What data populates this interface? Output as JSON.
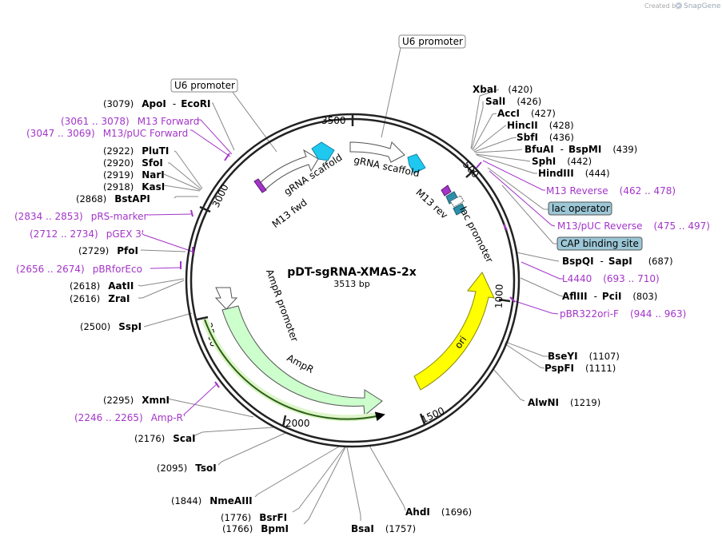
{
  "credit": "Created by",
  "brand": "SnapGene",
  "plasmid": {
    "name": "pDT-sgRNA-XMAS-2x",
    "length_label": "3513 bp"
  },
  "ticks": [
    "500",
    "1000",
    "1500",
    "2000",
    "2500",
    "3000",
    "3500"
  ],
  "features": [
    {
      "name": "gRNA scaffold",
      "type": "arrow",
      "color": "#ffffff"
    },
    {
      "name": "gRNA scaffold",
      "type": "arrow",
      "color": "#ffffff"
    },
    {
      "name": "M13 fwd",
      "type": "primer",
      "color": "#a335c9"
    },
    {
      "name": "M13 rev",
      "type": "primer",
      "color": "#a335c9"
    },
    {
      "name": "lac promoter",
      "type": "promoter",
      "color": "#ffffff"
    },
    {
      "name": "AmpR promoter",
      "type": "promoter",
      "color": "#ffffff"
    },
    {
      "name": "AmpR",
      "type": "cds",
      "color": "#ccffcc"
    },
    {
      "name": "ori",
      "type": "origin",
      "color": "#ffff00"
    }
  ],
  "boxed_labels": [
    "U6 promoter",
    "U6 promoter",
    "lac operator",
    "CAP binding site"
  ],
  "sites": [
    {
      "name": "XbaI",
      "pos": "(420)"
    },
    {
      "name": "SalI",
      "pos": "(426)"
    },
    {
      "name": "AccI",
      "pos": "(427)"
    },
    {
      "name": "HincII",
      "pos": "(428)"
    },
    {
      "name": "SbfI",
      "pos": "(436)"
    },
    {
      "name": "BfuAI",
      "sep": "-",
      "name2": "BspMI",
      "pos": "(439)"
    },
    {
      "name": "SphI",
      "pos": "(442)"
    },
    {
      "name": "HindIII",
      "pos": "(444)"
    },
    {
      "name": "BspQI",
      "sep": "-",
      "name2": "SapI",
      "pos": "(687)"
    },
    {
      "name": "AflIII",
      "sep": "-",
      "name2": "PciI",
      "pos": "(803)"
    },
    {
      "name": "BseYI",
      "pos": "(1107)"
    },
    {
      "name": "PspFI",
      "pos": "(1111)"
    },
    {
      "name": "AlwNI",
      "pos": "(1219)"
    },
    {
      "name": "AhdI",
      "pos": "(1696)"
    },
    {
      "name": "BsaI",
      "pos": "(1757)"
    },
    {
      "name": "BpmI",
      "pos": "(1766)"
    },
    {
      "name": "BsrFI",
      "pos": "(1776)"
    },
    {
      "name": "NmeAIII",
      "pos": "(1844)"
    },
    {
      "name": "TsoI",
      "pos": "(2095)"
    },
    {
      "name": "ScaI",
      "pos": "(2176)"
    },
    {
      "name": "XmnI",
      "pos": "(2295)"
    },
    {
      "name": "SspI",
      "pos": "(2500)"
    },
    {
      "name": "ZraI",
      "pos": "(2616)"
    },
    {
      "name": "AatII",
      "pos": "(2618)"
    },
    {
      "name": "PfoI",
      "pos": "(2729)"
    },
    {
      "name": "BstAPI",
      "pos": "(2868)"
    },
    {
      "name": "KasI",
      "pos": "(2918)"
    },
    {
      "name": "NarI",
      "pos": "(2919)"
    },
    {
      "name": "SfoI",
      "pos": "(2920)"
    },
    {
      "name": "PluTI",
      "pos": "(2922)"
    },
    {
      "name": "ApoI",
      "sep": "-",
      "name2": "EcoRI",
      "pos": "(3079)"
    }
  ],
  "primer_labels": [
    {
      "name": "M13 Reverse",
      "range": "(462 .. 478)"
    },
    {
      "name": "M13/pUC Reverse",
      "range": "(475 .. 497)"
    },
    {
      "name": "L4440",
      "range": "(693 .. 710)"
    },
    {
      "name": "pBR322ori-F",
      "range": "(944 .. 963)"
    },
    {
      "name": "Amp-R",
      "range": "(2246 .. 2265)"
    },
    {
      "name": "pBRforEco",
      "range": "(2656 .. 2674)"
    },
    {
      "name": "pGEX 3'",
      "range": "(2712 .. 2734)"
    },
    {
      "name": "pRS-marker",
      "range": "(2834 .. 2853)"
    },
    {
      "name": "M13/pUC Forward",
      "range": "(3047 .. 3069)"
    },
    {
      "name": "M13 Forward",
      "range": "(3061 .. 3078)"
    }
  ]
}
